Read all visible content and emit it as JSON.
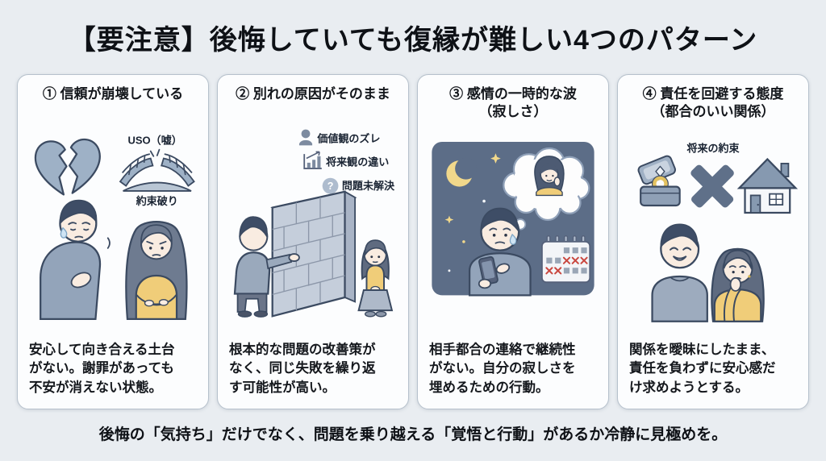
{
  "page": {
    "title": "【要注意】後悔していても復縁が難しい4つのパターン",
    "footer": "後悔の「気持ち」だけでなく、問題を乗り越える「覚悟と行動」があるか冷静に見極めを。"
  },
  "cards": [
    {
      "title_lines": [
        "① 信頼が崩壊している"
      ],
      "illustration_labels": {
        "lie": "USO（嘘）",
        "broken_promise": "約束破り"
      },
      "icons": [
        "broken-heart-icon",
        "broken-bridge-icon"
      ],
      "description_lines": [
        "安心して向き合える土台",
        "がない。謝罪があっても",
        "不安が消えない状態。"
      ]
    },
    {
      "title_lines": [
        "② 別れの原因がそのまま"
      ],
      "labels": [
        {
          "icon": "person-icon",
          "text": "価値観のズレ"
        },
        {
          "icon": "bar-chart-icon",
          "text": "将来観の違い"
        },
        {
          "icon": "question-icon",
          "text": "問題未解決"
        }
      ],
      "icons": [
        "person-icon",
        "bar-chart-icon",
        "question-icon",
        "brick-wall"
      ],
      "description_lines": [
        "根本的な問題の改善策が",
        "なく、同じ失敗を繰り返",
        "す可能性が高い。"
      ]
    },
    {
      "title_lines": [
        "③ 感情の一時的な波",
        "（寂しさ）"
      ],
      "icons": [
        "moon-icon",
        "stars",
        "thought-bubble",
        "smartphone-icon",
        "calendar-icon"
      ],
      "description_lines": [
        "相手都合の連絡で継続性",
        "がない。自分の寂しさを",
        "埋めるための行動。"
      ]
    },
    {
      "title_lines": [
        "④ 責任を回避する態度",
        "（都合のいい関係）"
      ],
      "illustration_labels": {
        "future_promise": "将来の約束"
      },
      "icons": [
        "ring-box-icon",
        "cross-icon",
        "house-icon"
      ],
      "description_lines": [
        "関係を曖昧にしたまま、",
        "責任を負わずに安心感だ",
        "け求めようとする。"
      ]
    }
  ],
  "icon_question_mark": "?",
  "colors": {
    "page_bg": "#e9edf1",
    "card_bg": "#fcfdfe",
    "card_border": "#b6c1cc",
    "text": "#14171c",
    "illustration_fill": "#9eb1c6",
    "outline": "#3b4a61",
    "shirt_blue": "#93a4ba",
    "sweater_yellow": "#f0cd79",
    "skin": "#f9ece1",
    "hair_dark": "#3e4d66",
    "hair_gray": "#6e7b90",
    "night_bg": "#5c6d87",
    "moon_yellow": "#f1d88b",
    "wall_gray": "#c5cedb",
    "calendar_x_red": "#c9473f",
    "cross_slate": "#5f7089"
  }
}
